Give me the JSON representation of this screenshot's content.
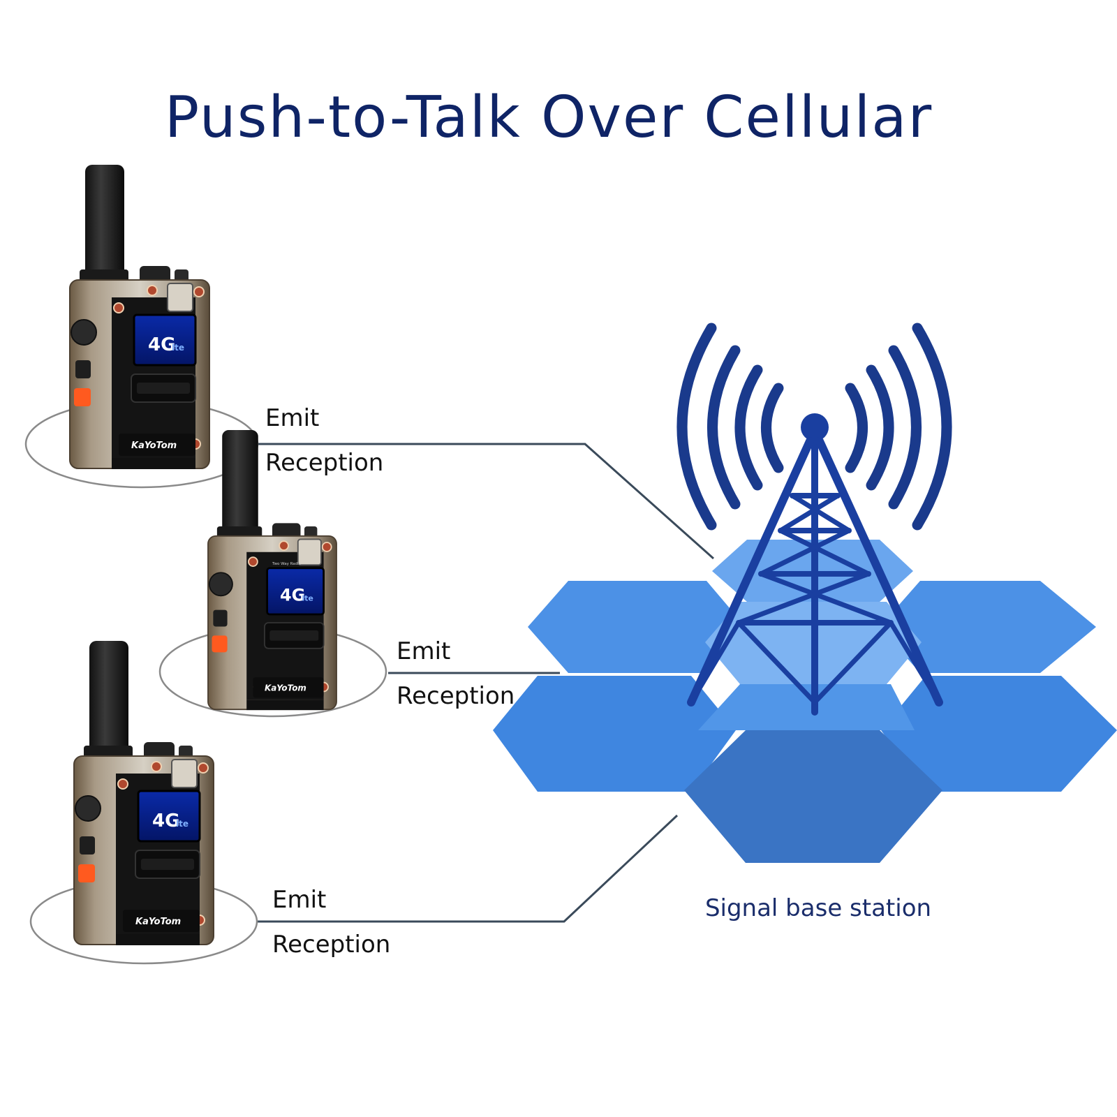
{
  "title": "Push-to-Talk Over Cellular",
  "station": {
    "caption": "Signal base station"
  },
  "links": [
    {
      "emit": "Emit",
      "reception": "Reception"
    },
    {
      "emit": "Emit",
      "reception": "Reception"
    },
    {
      "emit": "Emit",
      "reception": "Reception"
    }
  ],
  "radio": {
    "brand": "KaYoTom",
    "network": "4G",
    "network_sub": "lte",
    "screen_caption": "Two Way Radio"
  },
  "colors": {
    "title": "#0f2466",
    "tower": "#1a3fa0",
    "waves": "#1a3a8c",
    "hex_light": "#6aa8f0",
    "hex_mid": "#4a8fe6",
    "hex_dark": "#3a78cc",
    "line": "#3a4a5a"
  }
}
